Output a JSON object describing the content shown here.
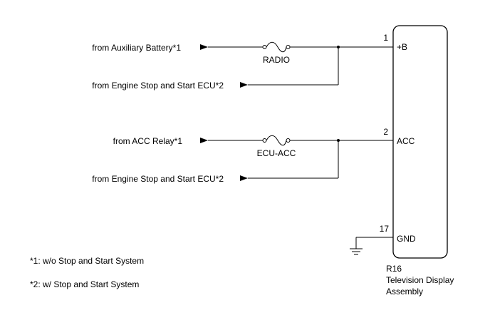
{
  "sources": {
    "aux_battery": "from Auxiliary Battery*1",
    "ess_ecu_1": "from Engine Stop and Start ECU*2",
    "acc_relay": "from ACC Relay*1",
    "ess_ecu_2": "from Engine Stop and Start ECU*2"
  },
  "fuses": {
    "radio": "RADIO",
    "ecu_acc": "ECU-ACC"
  },
  "pins": {
    "b_num": "1",
    "b_name": "+B",
    "acc_num": "2",
    "acc_name": "ACC",
    "gnd_num": "17",
    "gnd_name": "GND"
  },
  "component": {
    "code": "R16",
    "name_line1": "Television Display",
    "name_line2": "Assembly"
  },
  "notes": {
    "note1": "*1: w/o Stop and Start System",
    "note2": "*2: w/ Stop and Start System"
  },
  "icons": [
    "arrow-right-icon",
    "fuse-icon",
    "ground-icon",
    "junction-dot-icon"
  ]
}
